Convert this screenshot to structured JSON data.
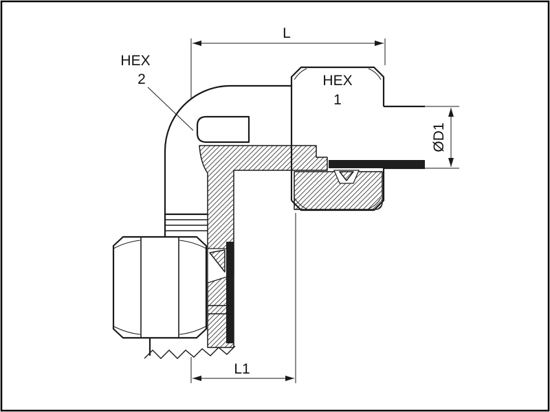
{
  "drawing": {
    "background": "#ffffff",
    "line_color": "#1a1a1a",
    "hatch_color": "#3a3a3a",
    "labels": {
      "hex2_word": "HEX",
      "hex2_num": "2",
      "hex1_word": "HEX",
      "hex1_num": "1"
    },
    "dimensions": {
      "overall_length": "L",
      "branch_length": "L1",
      "tube_diameter": "ØD1"
    }
  }
}
